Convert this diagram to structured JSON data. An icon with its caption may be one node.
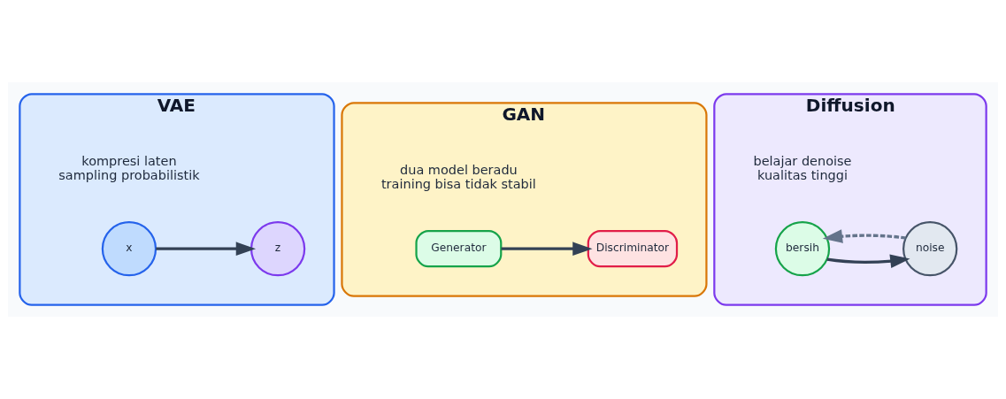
{
  "diagram": {
    "nodes": [
      {
        "text": [
          "VAE",
          "kompresi laten",
          "sampling probabilistik"
        ]
      },
      {
        "text": [
          "x"
        ],
        "in": 0
      },
      {
        "text": [
          "z"
        ],
        "in": 0
      },
      {
        "text": [
          "GAN",
          "dua model beradu",
          "training bisa tidak stabil"
        ]
      },
      {
        "text": [
          "Generator"
        ],
        "in": 3
      },
      {
        "text": [
          "Discriminator"
        ],
        "in": 3
      },
      {
        "text": [
          "Diffusion",
          "belajar denoise",
          "kualitas tinggi"
        ]
      },
      {
        "text": [
          "bersih"
        ],
        "in": 6
      },
      {
        "text": [
          "noise"
        ],
        "in": 6
      }
    ],
    "edges": [
      {
        "from": 1,
        "to": 2,
        "arrow": "to"
      },
      {
        "from": 4,
        "to": 5,
        "arrow": "to"
      },
      {
        "from": 7,
        "to": 8,
        "arrow": "to"
      },
      {
        "from": 8,
        "to": 7,
        "arrow": "to",
        "style": "dashed",
        "color": "#64748b"
      }
    ]
  }
}
